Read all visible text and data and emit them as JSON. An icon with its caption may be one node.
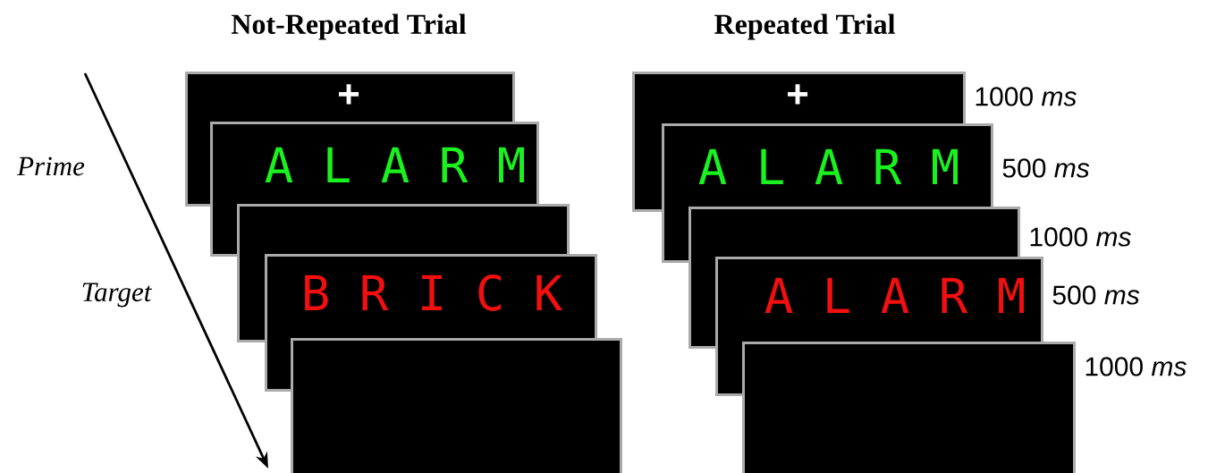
{
  "diagram": {
    "nodes": [
      {
        "text": [
          "+"
        ]
      },
      {
        "text": [
          "A L A R M"
        ]
      },
      {
        "text": [],
        "shape": "box"
      },
      {
        "text": [
          "B R I C K"
        ]
      },
      {
        "text": [],
        "shape": "box"
      },
      {
        "text": [
          "+"
        ],
        "beside": [
          "1000 *ms*"
        ]
      },
      {
        "text": [
          "A L A R M"
        ],
        "beside": [
          "500 *ms*"
        ]
      },
      {
        "text": [],
        "shape": "box",
        "beside": [
          "1000 *ms*"
        ]
      },
      {
        "text": [
          "A L A R M"
        ],
        "beside": [
          "500 *ms*"
        ]
      },
      {
        "text": [],
        "shape": "box",
        "beside": [
          "1000 *ms*"
        ]
      }
    ],
    "labels": [
      "Not-Repeated Trial",
      "Repeated Trial",
      "Prime",
      "Target"
    ]
  }
}
